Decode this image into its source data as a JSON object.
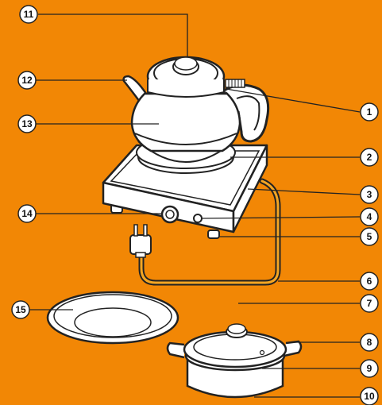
{
  "colors": {
    "background": "#F28705",
    "fill": "#FFFFFF",
    "stroke": "#222222",
    "accent": "#F5A623"
  },
  "callouts": [
    {
      "id": "1",
      "label": "1"
    },
    {
      "id": "2",
      "label": "2"
    },
    {
      "id": "3",
      "label": "3"
    },
    {
      "id": "4",
      "label": "4"
    },
    {
      "id": "5",
      "label": "5"
    },
    {
      "id": "6",
      "label": "6"
    },
    {
      "id": "7",
      "label": "7"
    },
    {
      "id": "8",
      "label": "8"
    },
    {
      "id": "9",
      "label": "9"
    },
    {
      "id": "10",
      "label": "10"
    },
    {
      "id": "11",
      "label": "11"
    },
    {
      "id": "12",
      "label": "12"
    },
    {
      "id": "13",
      "label": "13"
    },
    {
      "id": "14",
      "label": "14"
    },
    {
      "id": "15",
      "label": "15"
    }
  ]
}
